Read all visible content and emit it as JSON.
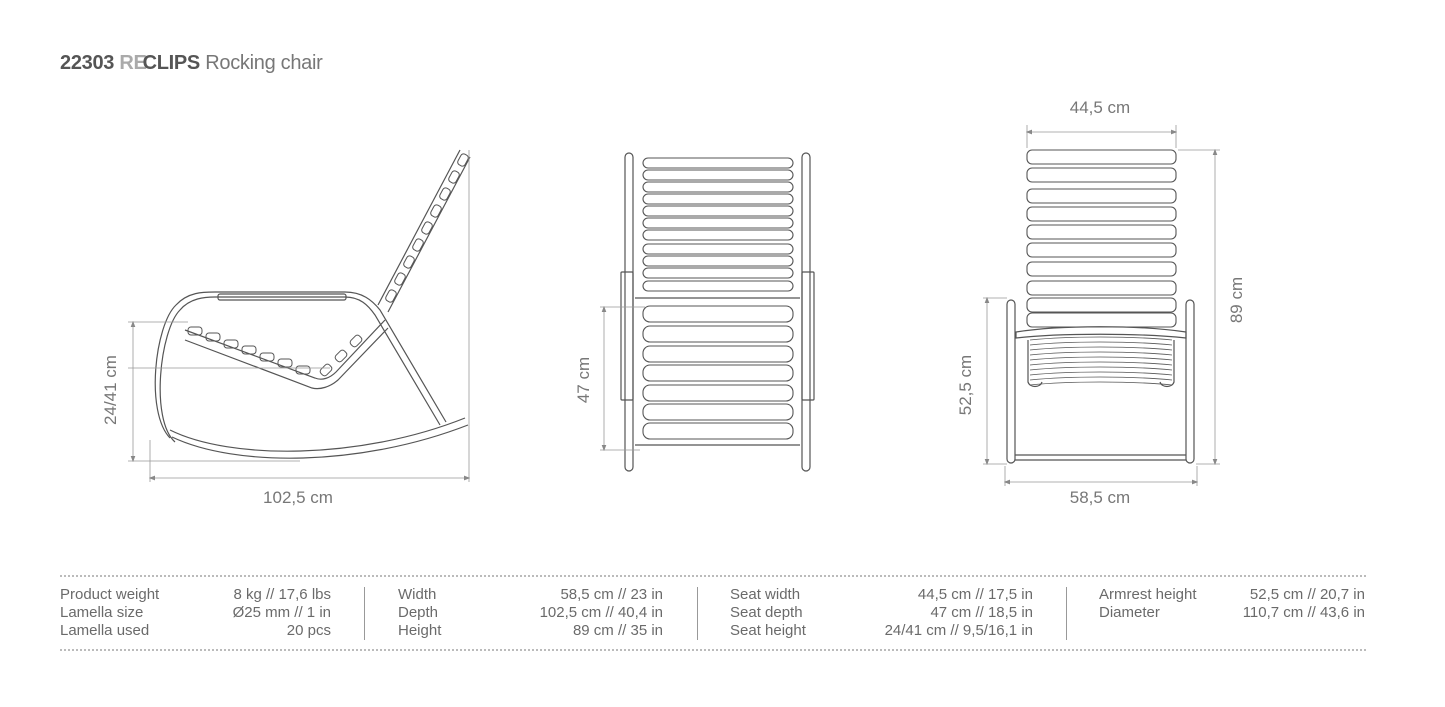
{
  "title": {
    "code": "22303",
    "brand_re": "RE",
    "brand_clips": "CLIPS",
    "product": "Rocking chair"
  },
  "views": {
    "side": {
      "height_label": "24/41 cm",
      "depth_label": "102,5 cm"
    },
    "top": {
      "seat_depth_label": "47 cm"
    },
    "front": {
      "seat_width_label": "44,5 cm",
      "height_label": "89 cm",
      "armrest_label": "52,5 cm",
      "width_label": "58,5 cm"
    }
  },
  "specs": [
    {
      "rows": [
        {
          "label": "Product weight",
          "value": "8 kg // 17,6 lbs"
        },
        {
          "label": "Lamella size",
          "value": "Ø25 mm // 1 in"
        },
        {
          "label": "Lamella used",
          "value": "20 pcs"
        }
      ]
    },
    {
      "rows": [
        {
          "label": "Width",
          "value": "58,5 cm // 23 in"
        },
        {
          "label": "Depth",
          "value": "102,5 cm // 40,4 in"
        },
        {
          "label": "Height",
          "value": "89 cm // 35 in"
        }
      ]
    },
    {
      "rows": [
        {
          "label": "Seat width",
          "value": "44,5 cm // 17,5 in"
        },
        {
          "label": "Seat depth",
          "value": "47 cm // 18,5 in"
        },
        {
          "label": "Seat height",
          "value": "24/41 cm // 9,5/16,1 in"
        }
      ]
    },
    {
      "rows": [
        {
          "label": "Armrest height",
          "value": "52,5 cm // 20,7 in"
        },
        {
          "label": "Diameter",
          "value": "110,7 cm // 43,6 in"
        }
      ]
    }
  ],
  "colors": {
    "text": "#666666",
    "brand_re": "#aaaaaa",
    "line": "#555555",
    "dim": "#999999"
  }
}
